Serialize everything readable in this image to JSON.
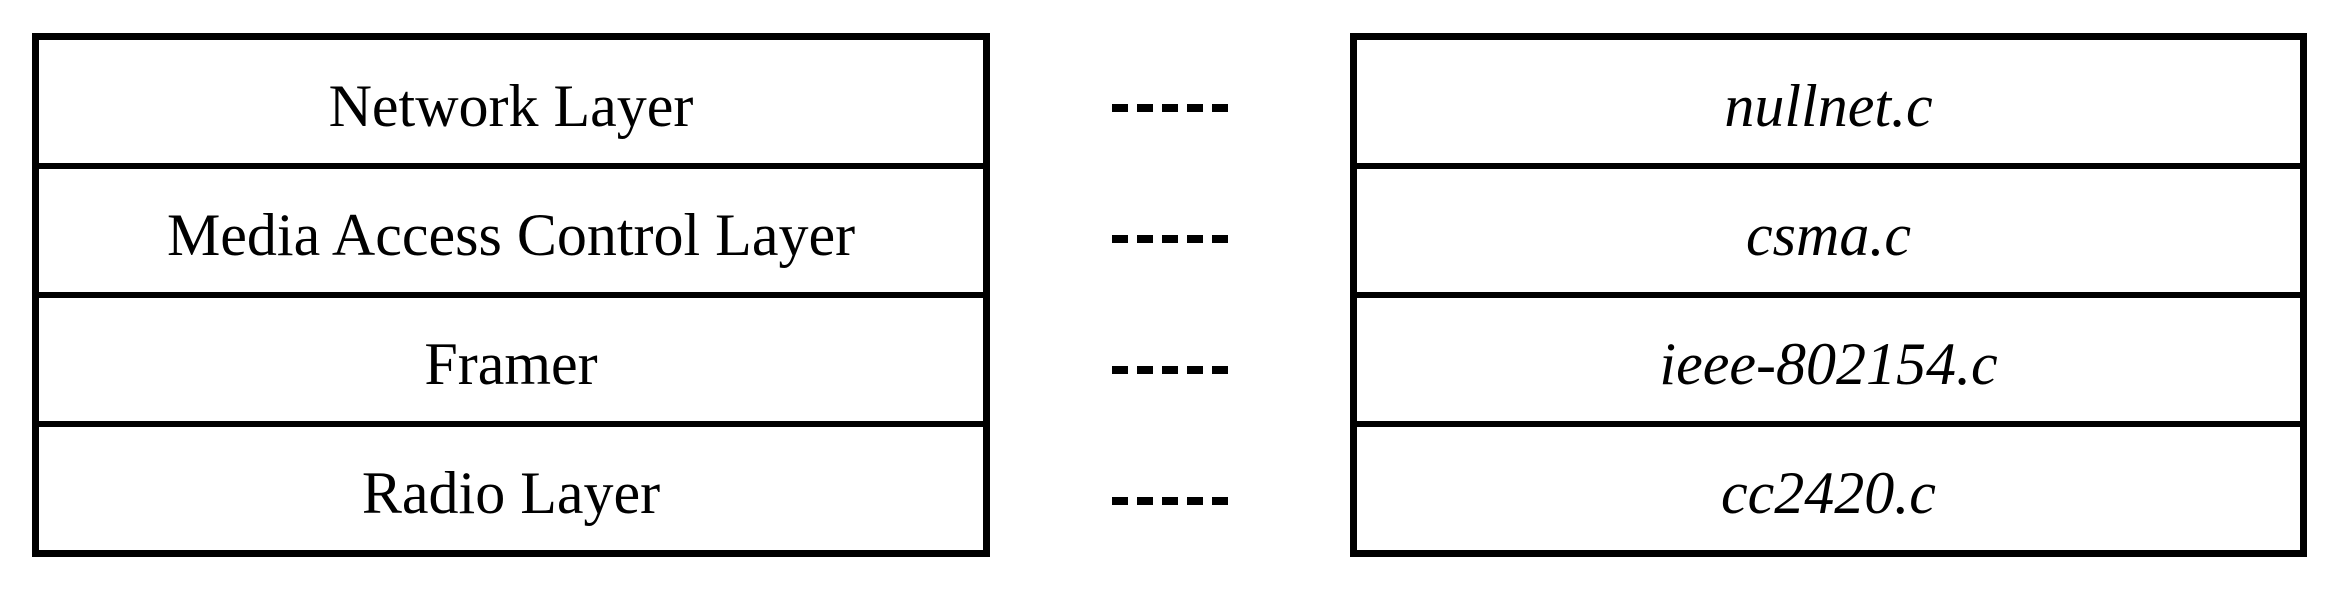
{
  "diagram": {
    "description": "Network protocol stack layers mapped to implementation source files",
    "background_color": "#ffffff",
    "border_color": "#000000",
    "text_color": "#000000"
  },
  "layers": [
    {
      "layer": "Network Layer",
      "file": "nullnet.c"
    },
    {
      "layer": "Media Access Control Layer",
      "file": "csma.c"
    },
    {
      "layer": "Framer",
      "file": "ieee-802154.c"
    },
    {
      "layer": "Radio Layer",
      "file": "cc2420.c"
    }
  ],
  "connector": {
    "text": "-----",
    "count": 4
  }
}
